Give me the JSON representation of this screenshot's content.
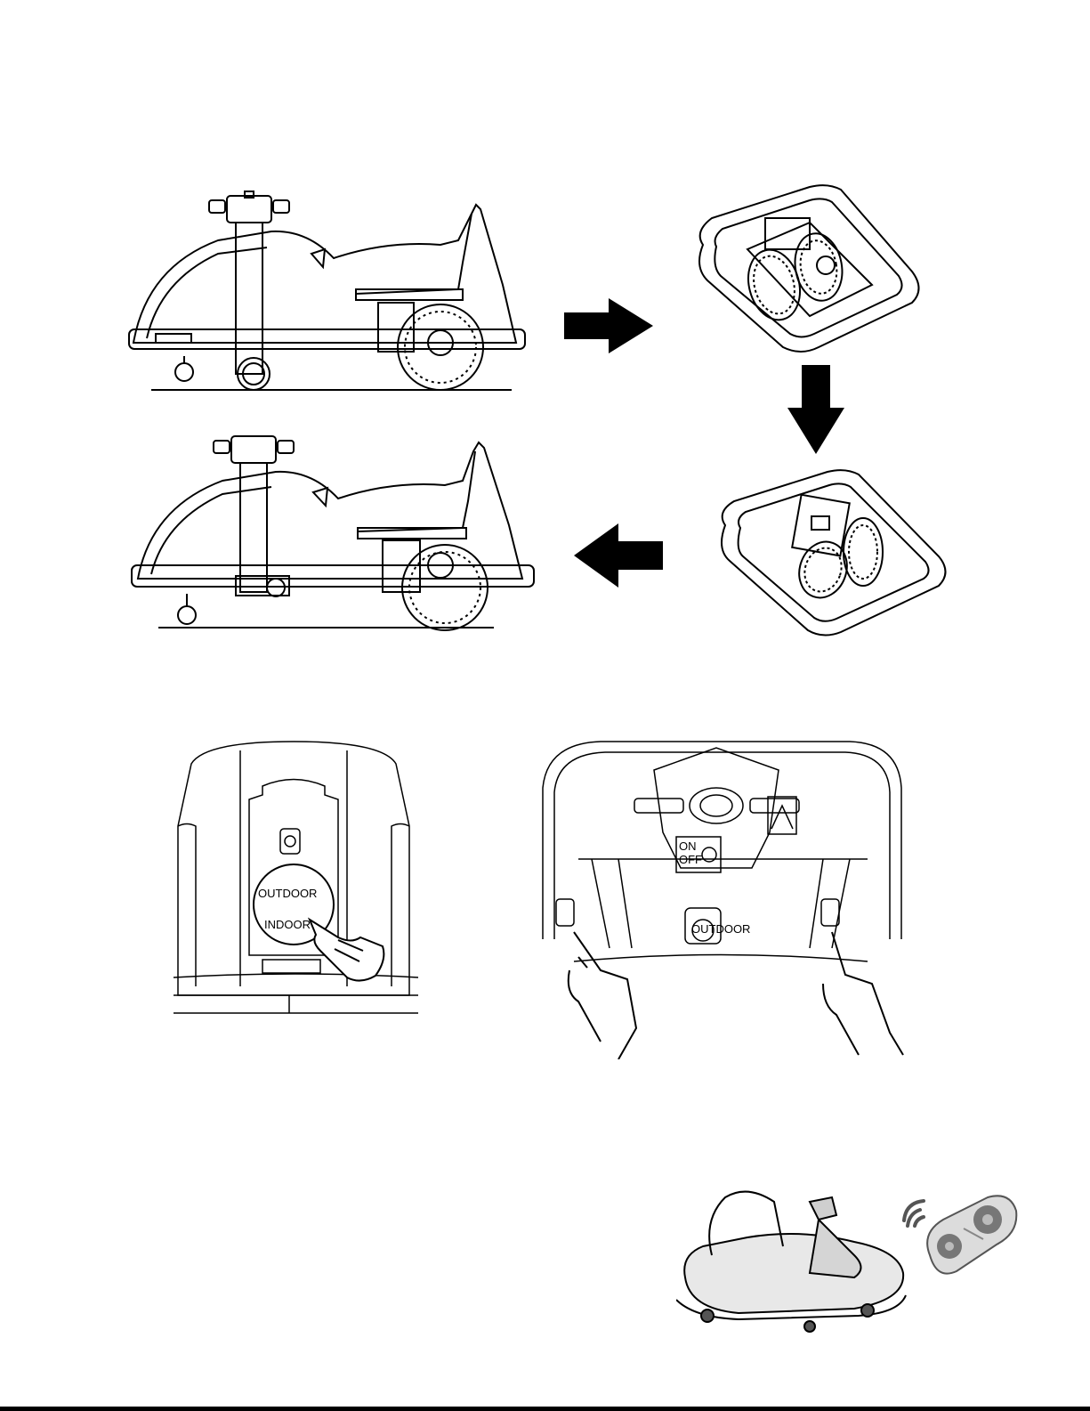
{
  "panel": {
    "switch": {
      "outdoor_label": "OUTDOOR",
      "indoor_label": "INDOOR"
    },
    "dashboard": {
      "on_label": "ON",
      "off_label": "OFF",
      "switch_label": "OUTDOOR"
    }
  },
  "icons": [
    "arrow-right-icon",
    "arrow-down-icon",
    "arrow-left-icon",
    "pointing-hand-icon",
    "wireless-signal-icon"
  ],
  "colors": {
    "line": "#000000",
    "fill": "#ffffff",
    "arrow": "#000000",
    "signal": "#555555"
  }
}
